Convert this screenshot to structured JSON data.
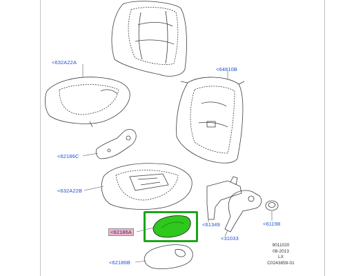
{
  "labels": {
    "backrest_cover": "<632A22A",
    "backrest_foam": "<64810B",
    "bracket_c": "<62186C",
    "cushion_cover": "<632A22B",
    "highlighted_part": "<62186A",
    "bracket_b": "<62186B",
    "rail_part": "<61349",
    "cap_part": "<61198",
    "lever_part": "<31033"
  },
  "info_block": {
    "line1": "9011020",
    "line2": "08-2013",
    "line3": "LX",
    "line4": "C0243859-01"
  },
  "colors": {
    "label_blue": "#1a4fd6",
    "highlight_green": "#1aa517",
    "highlight_label_bg": "#f3b7c3",
    "part_green": "#2fc81c"
  }
}
